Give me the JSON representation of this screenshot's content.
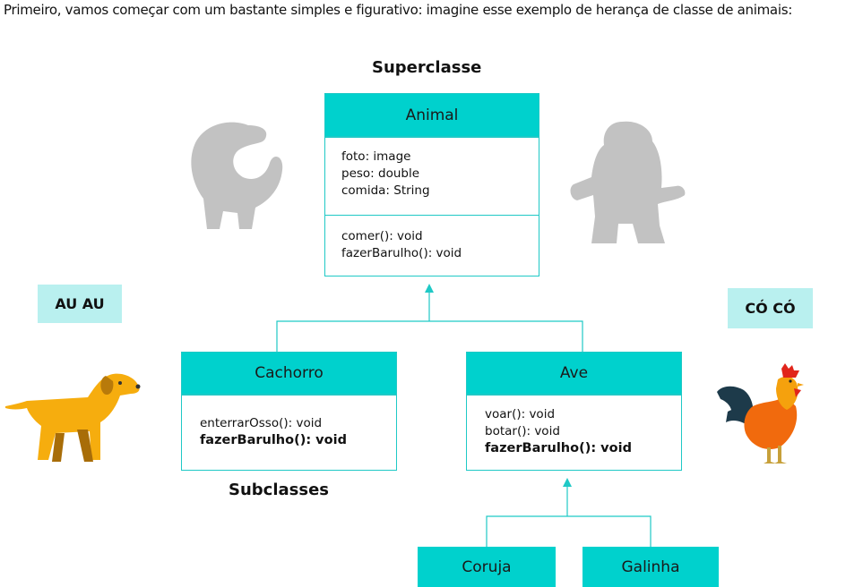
{
  "intro_text": "Primeiro, vamos começar com um bastante simples e figurativo: imagine esse exemplo de herança de classe de animais:",
  "superclass_label": "Superclasse",
  "subclasses_label": "Subclasses",
  "animal": {
    "name": "Animal",
    "attributes": [
      "foto: image",
      "peso: double",
      "comida: String"
    ],
    "methods": [
      "comer(): void",
      "fazerBarulho(): void"
    ]
  },
  "cachorro": {
    "name": "Cachorro",
    "methods": [
      "enterrarOsso(): void"
    ],
    "override": "fazerBarulho(): void"
  },
  "ave": {
    "name": "Ave",
    "methods": [
      "voar(): void",
      "botar(): void"
    ],
    "override": "fazerBarulho(): void"
  },
  "coruja": {
    "name": "Coruja"
  },
  "galinha": {
    "name": "Galinha"
  },
  "dog_sound": "AU AU",
  "rooster_sound": "CÓ CÓ",
  "colors": {
    "header": "#00d1cd",
    "border": "#1fc9c6",
    "sound_bg": "#b9f0ef",
    "silhouette": "#c2c2c2"
  }
}
